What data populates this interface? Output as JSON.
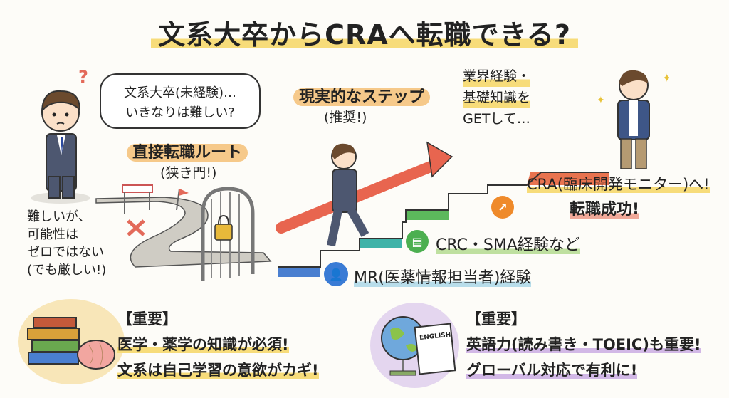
{
  "title": "文系大卒からCRAへ転職できる?",
  "left": {
    "bubble_line1": "文系大卒(未経験)…",
    "bubble_line2": "いきなりは難しい?",
    "question_mark": "?",
    "route_label": "直接転職ルート",
    "route_sub": "(狭き門!)",
    "note_lines": [
      "難しいが、",
      "可能性は",
      "ゼロではない",
      "(でも厳しい!)"
    ]
  },
  "steps": {
    "label": "現実的なステップ",
    "label_sub": "(推奨!)",
    "gain_lines": [
      "業界経験・",
      "基礎知識を",
      "GETして…"
    ],
    "step1": "MR(医薬情報担当者)経験",
    "step2": "CRC・SMA経験など",
    "goal_line1": "CRA(臨床開発モニター)へ!",
    "goal_line2": "転職成功!"
  },
  "bottom_left": {
    "heading": "【重要】",
    "line1": "医学・薬学の知識が必須!",
    "line2": "文系は自己学習の意欲がカギ!"
  },
  "bottom_right": {
    "heading": "【重要】",
    "line1": "英語力(読み書き・TOEIC)も重要!",
    "line2": "グローバル対応で有利に!",
    "paper_label": "ENGLISH"
  },
  "icons": [
    "doctor-icon",
    "id-badge-icon",
    "growth-chart-icon",
    "lock-icon",
    "books-icon",
    "brain-icon",
    "globe-icon"
  ],
  "colors": {
    "step_blue": "#4a7fd0",
    "step_teal": "#3fb3a8",
    "step_green": "#5cb85c",
    "step_orange": "#e8734f",
    "arrow": "#e8654f",
    "highlight": "#f7dc7a"
  }
}
